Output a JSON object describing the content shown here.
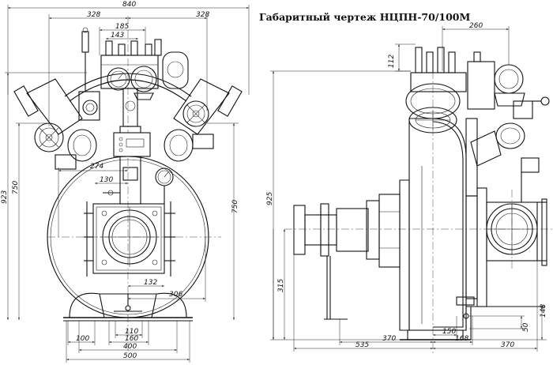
{
  "title": "Габаритный чертеж НЦПН-70/100М",
  "front_view": {
    "dims": {
      "overall_width": "840",
      "left_half": "328",
      "right_half": "328",
      "top_a": "185",
      "top_b": "143",
      "total_height": "923",
      "height_left": "750",
      "height_right": "750",
      "offset_274": "274",
      "offset_130": "130",
      "offset_132": "132",
      "offset_306": "306",
      "base_110": "110",
      "base_160": "160",
      "base_100": "100",
      "base_400": "400",
      "base_500": "500"
    }
  },
  "side_view": {
    "dims": {
      "top_260": "260",
      "top_112": "112",
      "height_925": "925",
      "height_315": "315",
      "len_535": "535",
      "len_370_left": "370",
      "len_370_right": "370",
      "len_150": "150",
      "len_168": "168",
      "h_148": "148",
      "h_50": "50"
    }
  }
}
